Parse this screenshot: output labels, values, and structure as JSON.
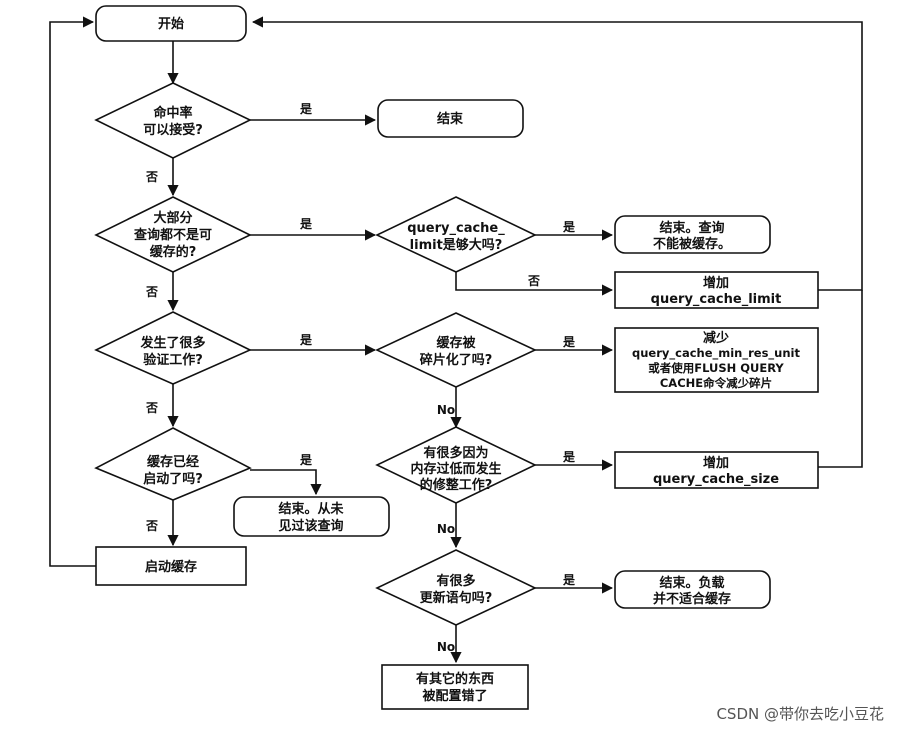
{
  "nodes": {
    "start": "开始",
    "hit_rate": [
      "命中率",
      "可以接受?"
    ],
    "end_1": "结束",
    "most_uncacheable": [
      "大部分",
      "查询都不是可",
      "缓存的?"
    ],
    "limit_large": [
      "query_cache_",
      "limit是够大吗?"
    ],
    "end_no_cache": [
      "结束。查询",
      "不能被缓存。"
    ],
    "inc_limit": [
      "增加",
      "query_cache_limit"
    ],
    "many_invalidation": [
      "发生了很多",
      "验证工作?"
    ],
    "fragmented": [
      "缓存被",
      "碎片化了吗?"
    ],
    "reduce_min_res": [
      "减少",
      "query_cache_min_res_unit",
      "或者使用FLUSH QUERY",
      "CACHE命令减少碎片"
    ],
    "cache_enabled": [
      "缓存已经",
      "启动了吗?"
    ],
    "end_never_seen": [
      "结束。从未",
      "见过该查询"
    ],
    "low_memory": [
      "有很多因为",
      "内存过低而发生",
      "的修整工作?"
    ],
    "inc_size": [
      "增加",
      "query_cache_size"
    ],
    "enable_cache": "启动缓存",
    "many_updates": [
      "有很多",
      "更新语句吗?"
    ],
    "end_workload": [
      "结束。负载",
      "并不适合缓存"
    ],
    "misconfigured": [
      "有其它的东西",
      "被配置错了"
    ]
  },
  "labels": {
    "yes": "是",
    "no_cn": "否",
    "no_en": "No"
  },
  "watermark": "CSDN @带你去吃小豆花"
}
